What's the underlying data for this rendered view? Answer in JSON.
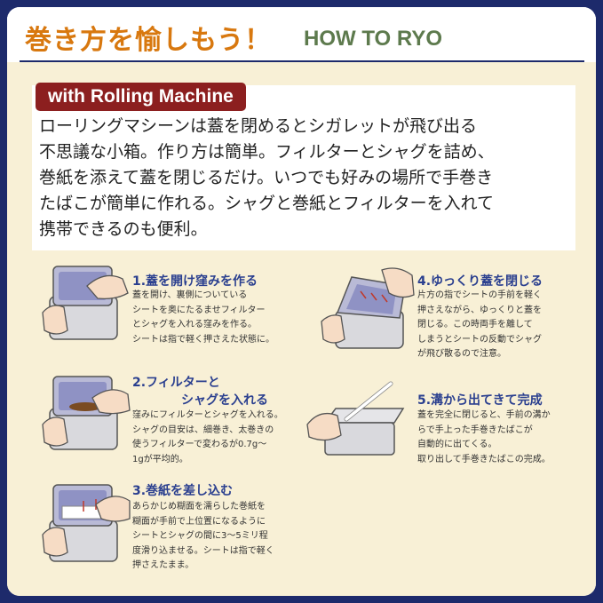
{
  "header": {
    "title_jp": "巻き方を愉しもう！",
    "title_en": "HOW TO RYO"
  },
  "intro": {
    "badge": "with Rolling Machine",
    "lines": [
      "ローリングマシーンは蓋を閉めるとシガレットが飛び出る",
      "不思議な小箱。作り方は簡単。フィルターとシャグを詰め、",
      "巻紙を添えて蓋を閉じるだけ。いつでも好みの場所で手巻き",
      "たばこが簡単に作れる。シャグと巻紙とフィルターを入れて",
      "携帯できるのも便利。"
    ]
  },
  "steps": [
    {
      "title": "1.蓋を開け窪みを作る",
      "lines": [
        "蓋を開け、裏側についている",
        "シートを奥にたるませフィルター",
        "とシャグを入れる窪みを作る。",
        "シートは指で軽く押さえた状態に。"
      ]
    },
    {
      "title_line1": "2.フィルターと",
      "title_line2": "シャグを入れる",
      "lines": [
        "窪みにフィルターとシャグを入れる。",
        "シャグの目安は、細巻き、太巻きの",
        "使うフィルターで変わるが0.7g〜",
        "1gが平均的。"
      ]
    },
    {
      "title": "3.巻紙を差し込む",
      "lines": [
        "あらかじめ糊面を濡らした巻紙を",
        "糊面が手前で上位置になるように",
        "シートとシャグの間に3〜5ミリ程",
        "度滑り込ませる。シートは指で軽く",
        "押さえたまま。"
      ]
    },
    {
      "title": "4.ゆっくり蓋を閉じる",
      "lines": [
        "片方の指でシートの手前を軽く",
        "押さえながら、ゆっくりと蓋を",
        "閉じる。この時両手を離して",
        "しまうとシートの反動でシャグ",
        "が飛び散るので注意。"
      ]
    },
    {
      "title": "5.溝から出てきて完成",
      "lines": [
        "蓋を完全に閉じると、手前の溝か",
        "らで手上った手巻きたばこが",
        "自動的に出てくる。",
        "取り出して手巻きたばこの完成。"
      ]
    }
  ],
  "colors": {
    "frame": "#1d2a6b",
    "title_orange": "#d8780f",
    "title_green": "#5d7a4d",
    "badge": "#8c1f1f",
    "cream": "#f8f0d6",
    "step_title": "#2a3f8f"
  }
}
